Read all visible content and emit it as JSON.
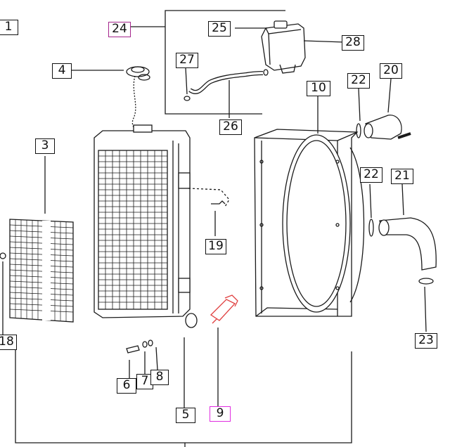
{
  "parts": [
    {
      "id": "p1",
      "label": "1"
    },
    {
      "id": "p3",
      "label": "3"
    },
    {
      "id": "p4",
      "label": "4"
    },
    {
      "id": "p5",
      "label": "5"
    },
    {
      "id": "p6",
      "label": "6"
    },
    {
      "id": "p7",
      "label": "7"
    },
    {
      "id": "p8",
      "label": "8"
    },
    {
      "id": "p9",
      "label": "9"
    },
    {
      "id": "p10",
      "label": "10"
    },
    {
      "id": "p18",
      "label": "18"
    },
    {
      "id": "p19",
      "label": "19"
    },
    {
      "id": "p20",
      "label": "20"
    },
    {
      "id": "p21",
      "label": "21"
    },
    {
      "id": "p22a",
      "label": "22"
    },
    {
      "id": "p22b",
      "label": "22"
    },
    {
      "id": "p23",
      "label": "23"
    },
    {
      "id": "p24",
      "label": "24"
    },
    {
      "id": "p25",
      "label": "25"
    },
    {
      "id": "p26",
      "label": "26"
    },
    {
      "id": "p27",
      "label": "27"
    },
    {
      "id": "p28",
      "label": "28"
    }
  ],
  "colors": {
    "ink": "#1a1a1a",
    "highlight_24": "#a4258c",
    "highlight_9": "#e02de0",
    "sensor": "#e04040"
  }
}
